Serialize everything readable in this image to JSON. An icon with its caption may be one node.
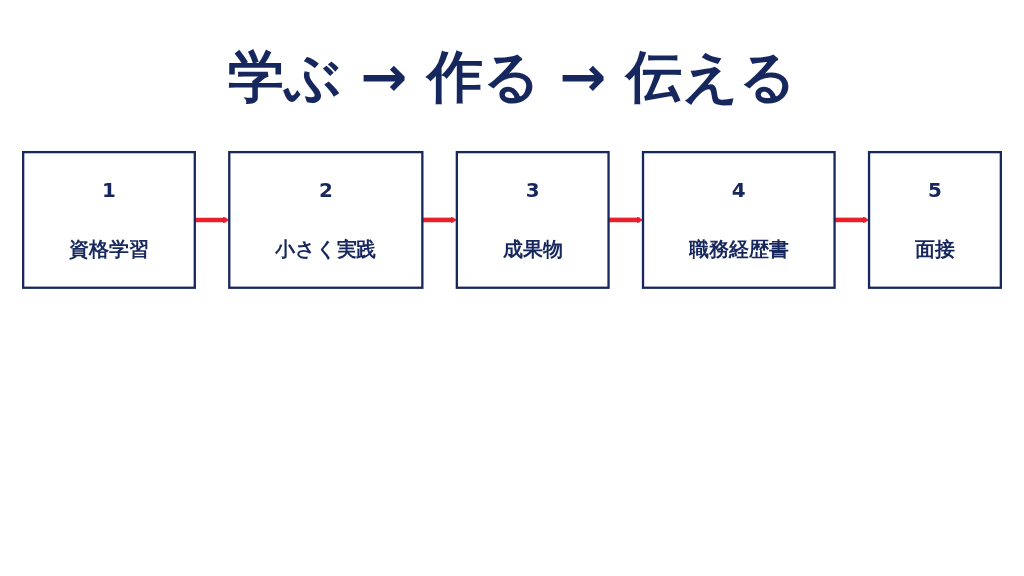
{
  "diagram": {
    "title": "学ぶ → 作る → 伝える",
    "nodes": [
      {
        "text": [
          "1",
          "資格学習"
        ]
      },
      {
        "text": [
          "2",
          "小さく実践"
        ]
      },
      {
        "text": [
          "3",
          "成果物"
        ]
      },
      {
        "text": [
          "4",
          "職務経歴書"
        ]
      },
      {
        "text": [
          "5",
          "面接"
        ]
      }
    ],
    "edges": [
      {
        "from": 0,
        "to": 1,
        "arrow": "to"
      },
      {
        "from": 1,
        "to": 2,
        "arrow": "to"
      },
      {
        "from": 2,
        "to": 3,
        "arrow": "to"
      },
      {
        "from": 3,
        "to": 4,
        "arrow": "to"
      }
    ]
  }
}
